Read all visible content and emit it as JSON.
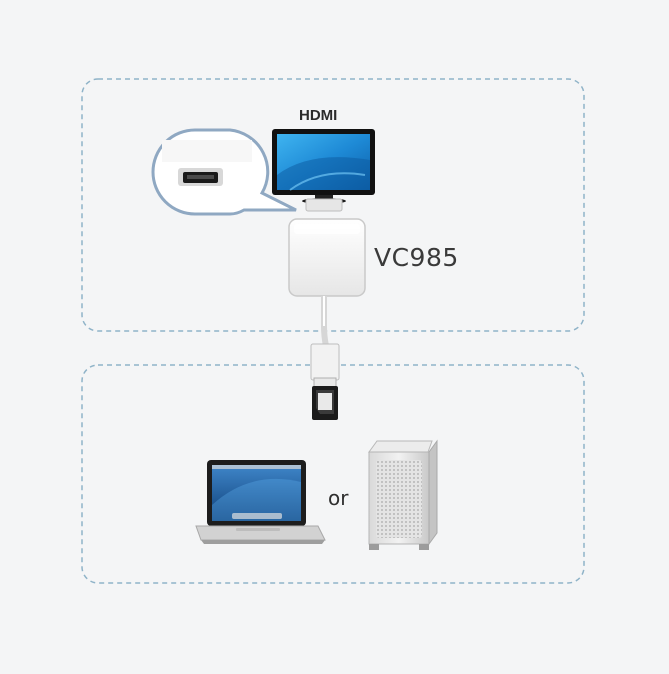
{
  "diagram": {
    "hdmi_label": "HDMI",
    "model_label": "VC985",
    "or_label": "or"
  },
  "colors": {
    "frame_dash": "#8fb3c8",
    "tv_screen": "#1f8fd6",
    "tv_body": "#111111",
    "callout_ring": "#8fa8c2",
    "adapter_body": "#f4f4f4"
  }
}
